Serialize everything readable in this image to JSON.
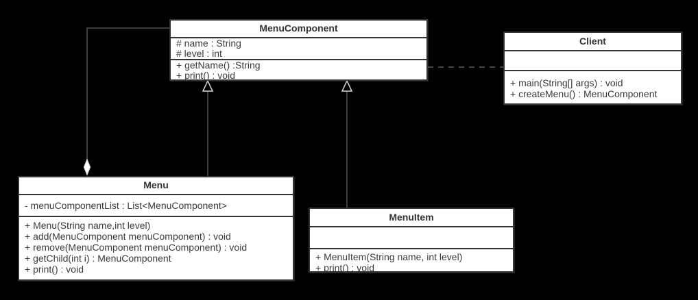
{
  "canvas": {
    "background_color": "#000000",
    "box_fill_color": "#ffffff",
    "box_border_color": "#333333",
    "text_color": "#3a3a3a",
    "edge_line_color": "#3d3d3d",
    "marker_outline_color": "#d9d9d9"
  },
  "classes": {
    "menu_component": {
      "name": "MenuComponent",
      "attributes": [
        "# name : String",
        "# level : int"
      ],
      "methods": [
        "+ getName() :String",
        "+ print() : void"
      ]
    },
    "client": {
      "name": "Client",
      "attributes": [],
      "methods": [
        "+ main(String[] args) : void",
        "+ createMenu() : MenuComponent"
      ]
    },
    "menu": {
      "name": "Menu",
      "attributes": [
        "- menuComponentList : List<MenuComponent>"
      ],
      "methods": [
        "+ Menu(String name,int level)",
        "+ add(MenuComponent menuComponent) : void",
        "+ remove(MenuComponent menuComponent) : void",
        "+ getChild(int i) : MenuComponent",
        "+ print() : void"
      ]
    },
    "menu_item": {
      "name": "MenuItem",
      "attributes": [],
      "methods": [
        "+ MenuItem(String name, int level)",
        "+ print() : void"
      ]
    }
  },
  "relationships": [
    {
      "type": "aggregation",
      "from": "Menu",
      "to": "MenuComponent",
      "marker": "hollow-diamond-at-Menu",
      "line": "solid"
    },
    {
      "type": "generalization",
      "from": "Menu",
      "to": "MenuComponent",
      "marker": "hollow-triangle-at-MenuComponent",
      "line": "solid"
    },
    {
      "type": "generalization",
      "from": "MenuItem",
      "to": "MenuComponent",
      "marker": "hollow-triangle-at-MenuComponent",
      "line": "solid"
    },
    {
      "type": "dependency",
      "from": "Client",
      "to": "MenuComponent",
      "marker": "none",
      "line": "dashed"
    }
  ]
}
